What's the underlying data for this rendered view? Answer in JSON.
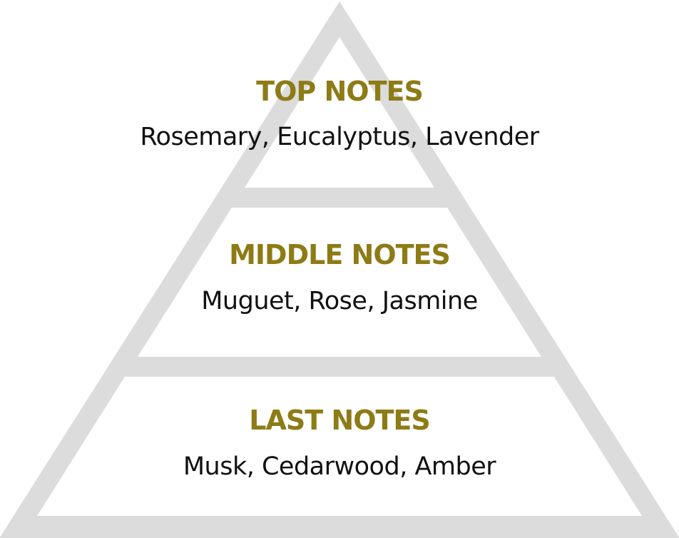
{
  "colors": {
    "band": "#dcdcdc",
    "heading": "#8d7b16",
    "text": "#111111"
  },
  "tiers": [
    {
      "title": "TOP NOTES",
      "notes": "Rosemary, Eucalyptus, Lavender"
    },
    {
      "title": "MIDDLE NOTES",
      "notes": "Muguet, Rose, Jasmine"
    },
    {
      "title": "LAST NOTES",
      "notes": "Musk, Cedarwood, Amber"
    }
  ]
}
